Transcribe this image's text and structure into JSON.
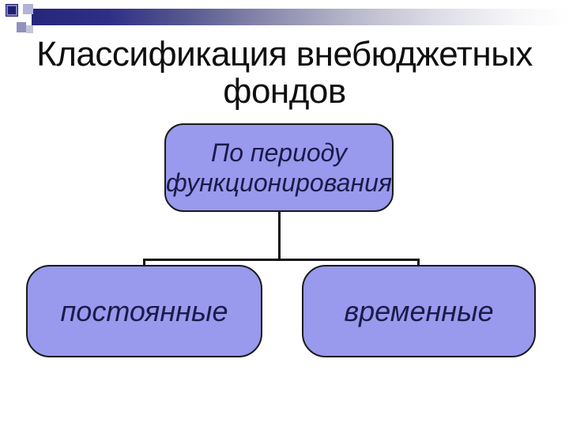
{
  "slide": {
    "title": {
      "line1": "Классификация внебюджетных",
      "line2": "фондов"
    },
    "diagram": {
      "root": {
        "label_line1": "По периоду",
        "label_line2": "функционирования"
      },
      "children": [
        {
          "label": "постоянные"
        },
        {
          "label": "временные"
        }
      ]
    },
    "colors": {
      "node_fill": "#9999ee",
      "node_border": "#1a1a1a",
      "node_text": "#1b1b4a",
      "header_bar_navy": "#26267c",
      "title_text": "#0f0f0f",
      "background": "#ffffff"
    }
  }
}
